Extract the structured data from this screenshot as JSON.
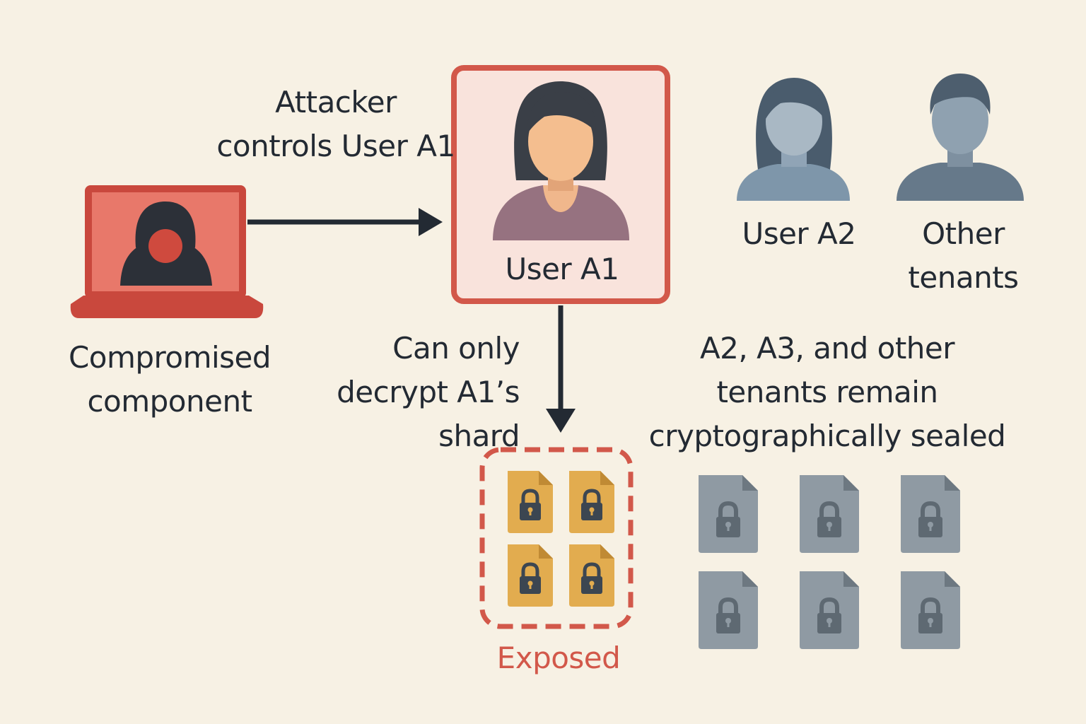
{
  "labels": {
    "attacker_note": [
      "Attacker",
      "controls User A1"
    ],
    "compromised_component": [
      "Compromised",
      "component"
    ],
    "user_a1": "User A1",
    "user_a2": "User A2",
    "other_tenants": [
      "Other",
      "tenants"
    ],
    "decrypt_scope": [
      "Can only",
      "decrypt A1’s",
      "shard"
    ],
    "sealed_note": [
      "A2, A3, and other",
      "tenants remain",
      "cryptographically sealed"
    ],
    "exposed": "Exposed"
  },
  "icons": {
    "attacker_laptop": "hooded-attacker-laptop-icon",
    "user_a1": "woman-avatar-icon",
    "user_a2": "woman-avatar-icon",
    "other_tenants": "man-avatar-icon",
    "exposed_file": "locked-file-icon",
    "sealed_file": "locked-file-icon"
  },
  "counts": {
    "exposed_files": 4,
    "sealed_files": 6
  },
  "colors": {
    "background": "#f7f1e4",
    "accent_red": "#d2584a",
    "exposed_file": "#e2ac4f",
    "sealed_file": "#8f9aa3",
    "arrow": "#232a33"
  }
}
